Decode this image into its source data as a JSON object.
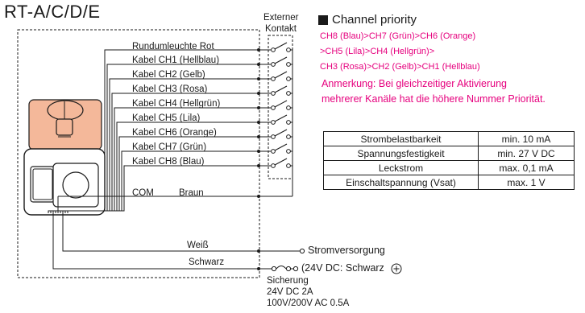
{
  "title": "RT-A/C/D/E",
  "external_contact": [
    "Externer",
    "Kontakt"
  ],
  "wire_labels": [
    "Rundumleuchte Rot",
    "Kabel CH1 (Hellblau)",
    "Kabel  CH2 (Gelb)",
    "Kabel CH3 (Rosa)",
    "Kabel CH4 (Hellgrün)",
    "Kabel CH5 (Lila)",
    "Kabel CH6 (Orange)",
    "Kabel CH7 (Grün)",
    "Kabel CH8 (Blau)"
  ],
  "com": {
    "label": "COM",
    "color": "Braun"
  },
  "white_wire": "Weiß",
  "black_wire": "Schwarz",
  "power": {
    "supply": "Stromversorgung",
    "voltage_note": "(24V DC: Schwarz",
    "plus_symbol": "+",
    "fuse_title": "Sicherung",
    "fuse_dc": "24V DC   2A",
    "fuse_ac": "100V/200V AC   0.5A"
  },
  "priority": {
    "heading": "Channel priority",
    "lines": [
      "CH8 (Blau)>CH7 (Grün)>CH6 (Orange)",
      ">CH5 (Lila)>CH4 (Hellgrün)>",
      "CH3 (Rosa)>CH2 (Gelb)>CH1 (Hellblau)"
    ],
    "note": [
      "Anmerkung: Bei gleichzeitiger Aktivierung",
      "mehrerer Kanäle hat die höhere Nummer Priorität."
    ]
  },
  "specs": [
    {
      "name": "Strombelastbarkeit",
      "value": "min. 10 mA"
    },
    {
      "name": "Spannungsfestigkeit",
      "value": "min. 27 V DC"
    },
    {
      "name": "Leckstrom",
      "value": "max. 0,1 mA"
    },
    {
      "name": "Einschaltspannung (Vsat)",
      "value": "max. 1 V"
    }
  ],
  "colors": {
    "accent": "#e6007e",
    "lamp": "#f4b89a",
    "line": "#1a1a1a"
  }
}
